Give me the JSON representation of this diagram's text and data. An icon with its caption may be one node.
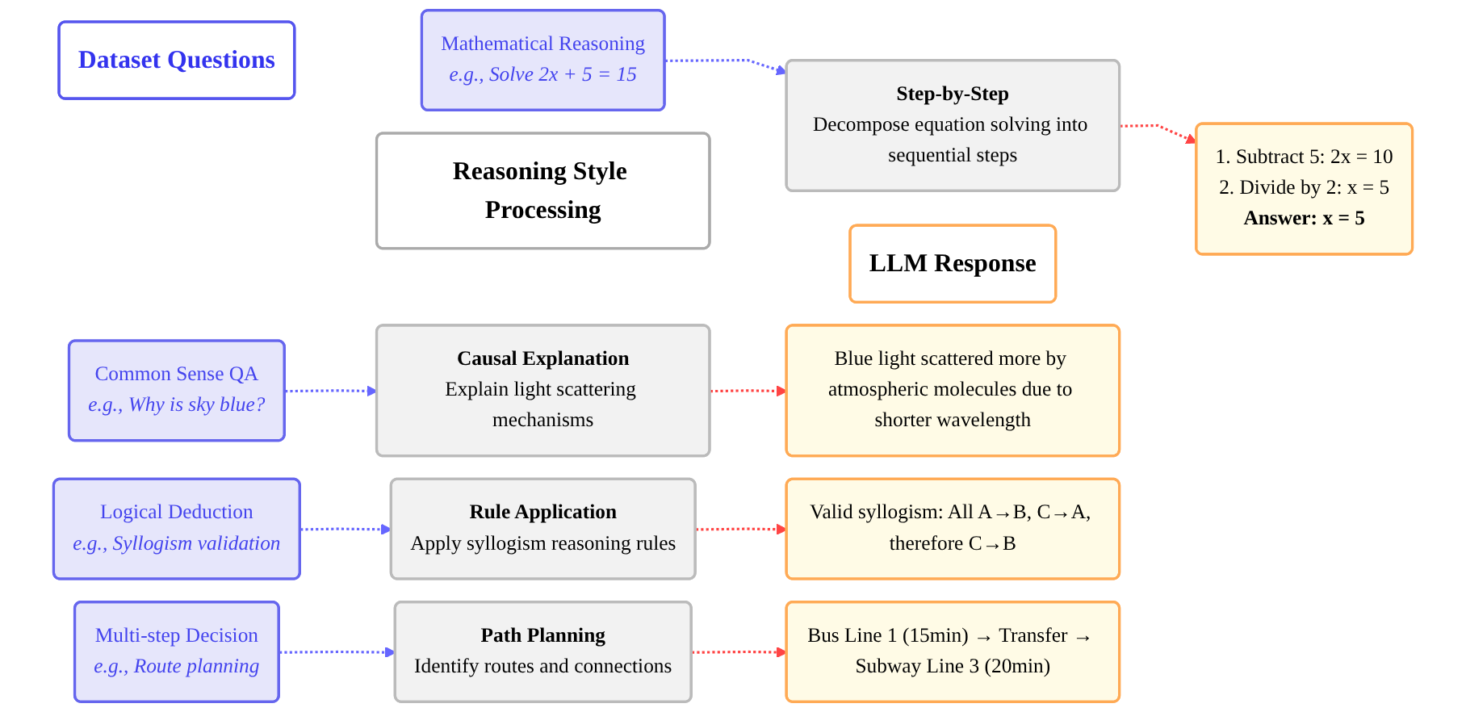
{
  "diagram": {
    "nodes": [
      {
        "text": [
          "Dataset Questions"
        ]
      },
      {
        "text": [
          "Reasoning Style Processing"
        ]
      },
      {
        "text": [
          "LLM Response"
        ]
      },
      {
        "text": [
          "Mathematical Reasoning",
          "e.g., Solve 2x + 5 = 15"
        ]
      },
      {
        "text": [
          "Step-by-Step",
          "Decompose equation solving into sequential steps"
        ]
      },
      {
        "text": [
          "1. Subtract 5: 2x = 10",
          "2. Divide by 2: x = 5",
          "Answer: x = 5"
        ]
      },
      {
        "text": [
          "Common Sense QA",
          "e.g., Why is sky blue?"
        ]
      },
      {
        "text": [
          "Causal Explanation",
          "Explain light scattering mechanisms"
        ]
      },
      {
        "text": [
          "Blue light scattered more by atmospheric molecules due to shorter wavelength"
        ]
      },
      {
        "text": [
          "Logical Deduction",
          "e.g., Syllogism validation"
        ]
      },
      {
        "text": [
          "Rule Application",
          "Apply syllogism reasoning rules"
        ]
      },
      {
        "text": [
          "Valid syllogism: All A→B, C→A, therefore C→B"
        ]
      },
      {
        "text": [
          "Multi-step Decision",
          "e.g., Route planning"
        ]
      },
      {
        "text": [
          "Path Planning",
          "Identify routes and connections"
        ]
      },
      {
        "text": [
          "Bus Line 1 (15min) → Transfer → Subway Line 3 (20min)"
        ]
      }
    ],
    "edges": [
      {
        "from": 3,
        "to": 4,
        "arrow": "to",
        "style": "dashed",
        "color": "#6666ff"
      },
      {
        "from": 4,
        "to": 5,
        "arrow": "to",
        "style": "dashed",
        "color": "#ff4444"
      },
      {
        "from": 6,
        "to": 7,
        "arrow": "to",
        "style": "dashed",
        "color": "#6666ff"
      },
      {
        "from": 7,
        "to": 8,
        "arrow": "to",
        "style": "dashed",
        "color": "#ff4444"
      },
      {
        "from": 9,
        "to": 10,
        "arrow": "to",
        "style": "dashed",
        "color": "#6666ff"
      },
      {
        "from": 10,
        "to": 11,
        "arrow": "to",
        "style": "dashed",
        "color": "#ff4444"
      },
      {
        "from": 12,
        "to": 13,
        "arrow": "to",
        "style": "dashed",
        "color": "#6666ff"
      },
      {
        "from": 13,
        "to": 14,
        "arrow": "to",
        "style": "dashed",
        "color": "#ff4444"
      }
    ]
  }
}
